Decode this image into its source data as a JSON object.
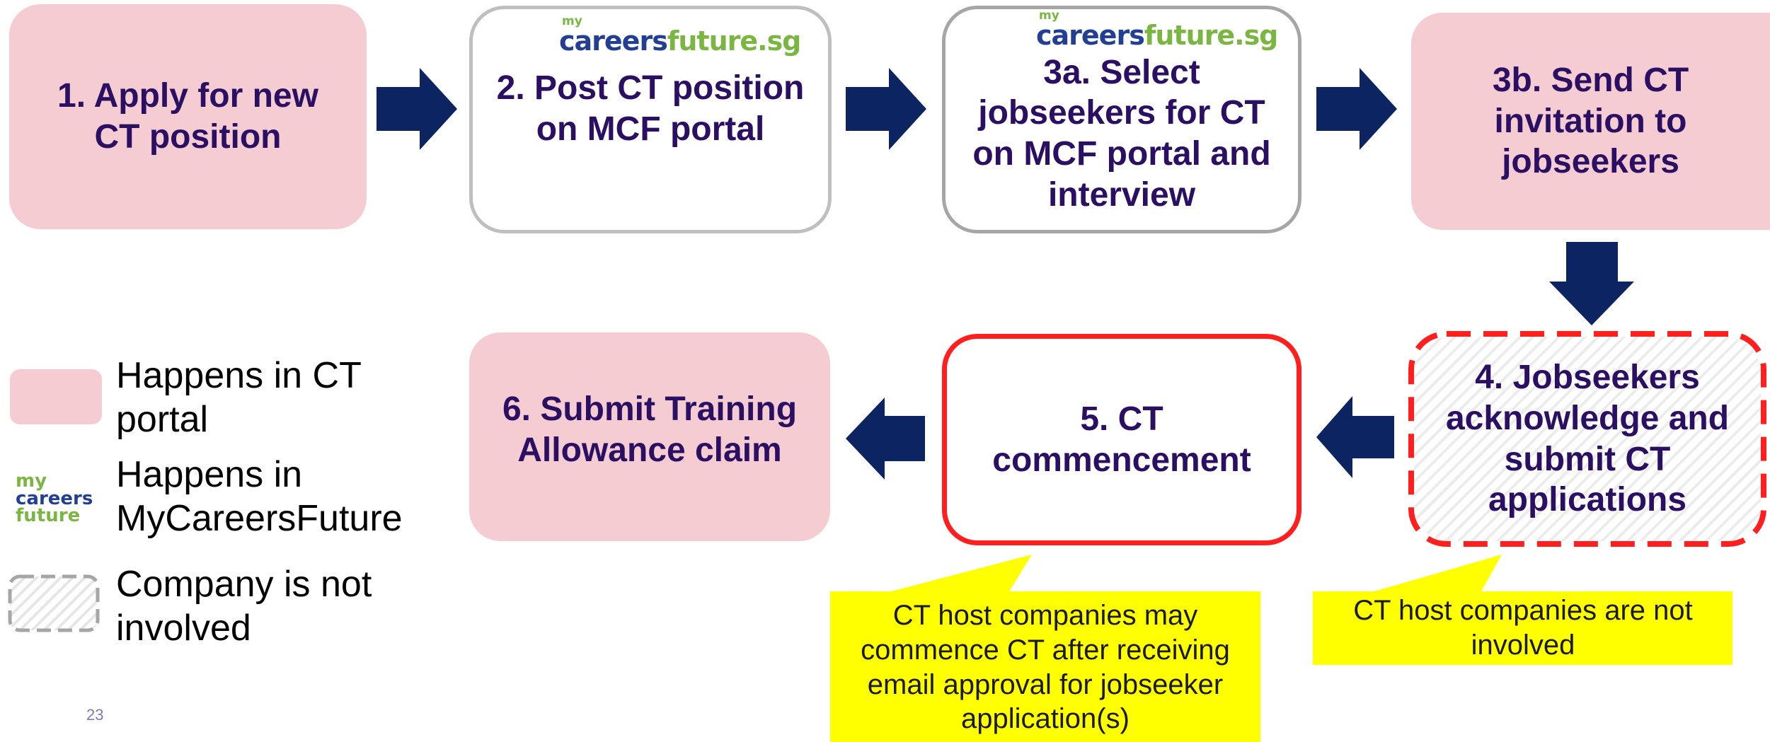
{
  "colors": {
    "portal_pink": "#f5ccd2",
    "arrow_navy": "#0c2462",
    "text_purple": "#2b0f63",
    "red_border": "#ff1f1f",
    "callout_yellow": "#ffff00",
    "mcf_blue": "#223f93",
    "mcf_green": "#7bb642"
  },
  "logos": {
    "mcf_my": "my",
    "mcf_careers": "careers",
    "mcf_future": "future.sg",
    "small_my": "my",
    "small_careers": "careers",
    "small_future": "future"
  },
  "steps": {
    "s1": "1. Apply for new CT position",
    "s2": "2. Post CT position on MCF portal",
    "s3a": "3a. Select jobseekers for CT on MCF portal and interview",
    "s3b": "3b. Send CT invitation to jobseekers",
    "s4": "4. Jobseekers acknowledge and submit CT applications",
    "s5": "5. CT commencement",
    "s6": "6. Submit Training Allowance claim"
  },
  "legend": {
    "pink": "Happens in CT portal",
    "mcf": "Happens in MyCareersFuture",
    "hatched": "Company is not involved"
  },
  "callouts": {
    "step5": "CT host companies may commence CT after receiving email approval for jobseeker application(s)",
    "step4": "CT host companies are not involved"
  },
  "page_number": "23"
}
